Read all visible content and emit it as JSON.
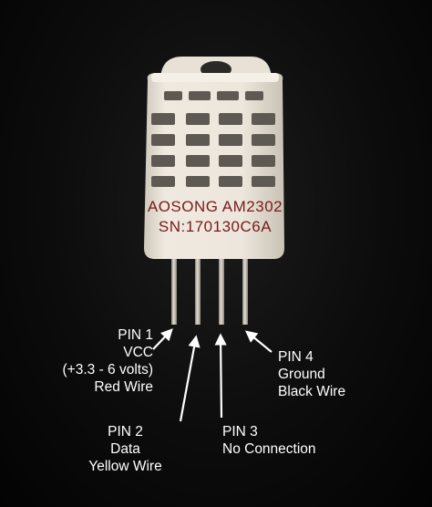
{
  "sensor": {
    "brand_line": "AOSONG AM2302",
    "serial_line": "SN:170130C6A"
  },
  "pins": [
    {
      "lines": [
        "PIN 1",
        "VCC",
        "(+3.3 - 6 volts)",
        "Red Wire"
      ]
    },
    {
      "lines": [
        "PIN 2",
        "Data",
        "Yellow Wire"
      ]
    },
    {
      "lines": [
        "PIN 3",
        "No Connection"
      ]
    },
    {
      "lines": [
        "PIN 4",
        "Ground",
        "Black Wire"
      ]
    }
  ],
  "colors": {
    "background": "#0a0a0a",
    "housing": "#ece6dc",
    "housing_shadow": "#cfc8bc",
    "vent_dark": "#6b665e",
    "silkscreen": "#7a1a18",
    "pin_metal": "#b9b2a6",
    "text": "#ffffff"
  }
}
